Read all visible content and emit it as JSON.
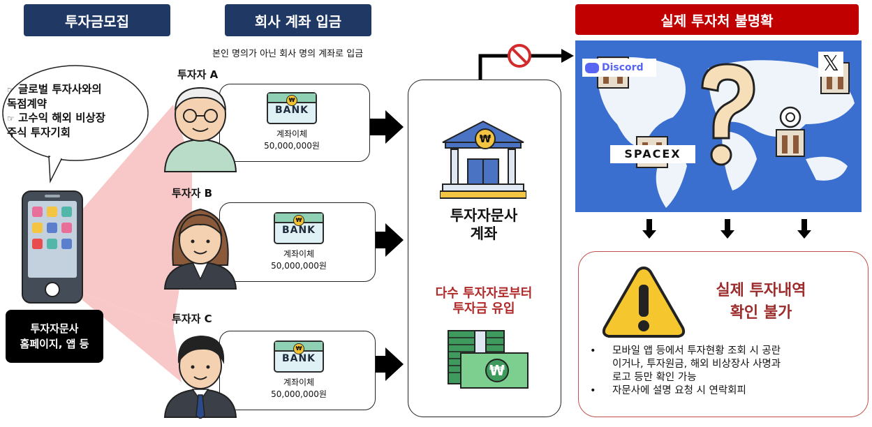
{
  "headers": {
    "recruit": "투자금모집",
    "deposit": "회사 계좌 입금",
    "unclear": "실제 투자처 불명확"
  },
  "deposit_note": "본인 명의가 아닌 회사 명의 계좌로 입금",
  "bubble": {
    "line1_mark": "☞",
    "line1": "글로벌 투자사와의",
    "line2": "독점계약",
    "line3_mark": "☞",
    "line3": "고수익 해외 비상장",
    "line4": "주식 투자기회"
  },
  "phone_label": {
    "line1": "투자자문사",
    "line2": "홈페이지, 앱 등"
  },
  "investors": [
    {
      "label": "투자자 A",
      "bank": "BANK",
      "tx_label": "계좌이체",
      "amount": "50,000,000원"
    },
    {
      "label": "투자자 B",
      "bank": "BANK",
      "tx_label": "계좌이체",
      "amount": "50,000,000원"
    },
    {
      "label": "투자자 C",
      "bank": "BANK",
      "tx_label": "계좌이체",
      "amount": "50,000,000원"
    }
  ],
  "center": {
    "won_symbol": "₩",
    "title1": "투자자문사",
    "title2": "계좌",
    "inflow1": "다수 투자자로부터",
    "inflow2": "투자금 유입"
  },
  "logos": {
    "discord": "Discord",
    "spacex": "SPACEX",
    "x": "𝕏"
  },
  "map_question": "?",
  "warning": {
    "title1": "실제 투자내역",
    "title2": "확인 불가",
    "bullet": "•",
    "b1_l1": "모바일 앱 등에서 투자현황 조회 시 공란",
    "b1_l2": "이거나, 투자원금, 해외 비상장사 사명과",
    "b1_l3": "로고 등만 확인 가능",
    "b2": "자문사에 설명 요청 시 연락회피"
  },
  "colors": {
    "navy": "#1f3864",
    "red": "#c00000",
    "map": "#3b6fcf",
    "warn_title": "#9c2b2b",
    "inflow": "#b02a2a",
    "beam": "#f8c8c8"
  }
}
